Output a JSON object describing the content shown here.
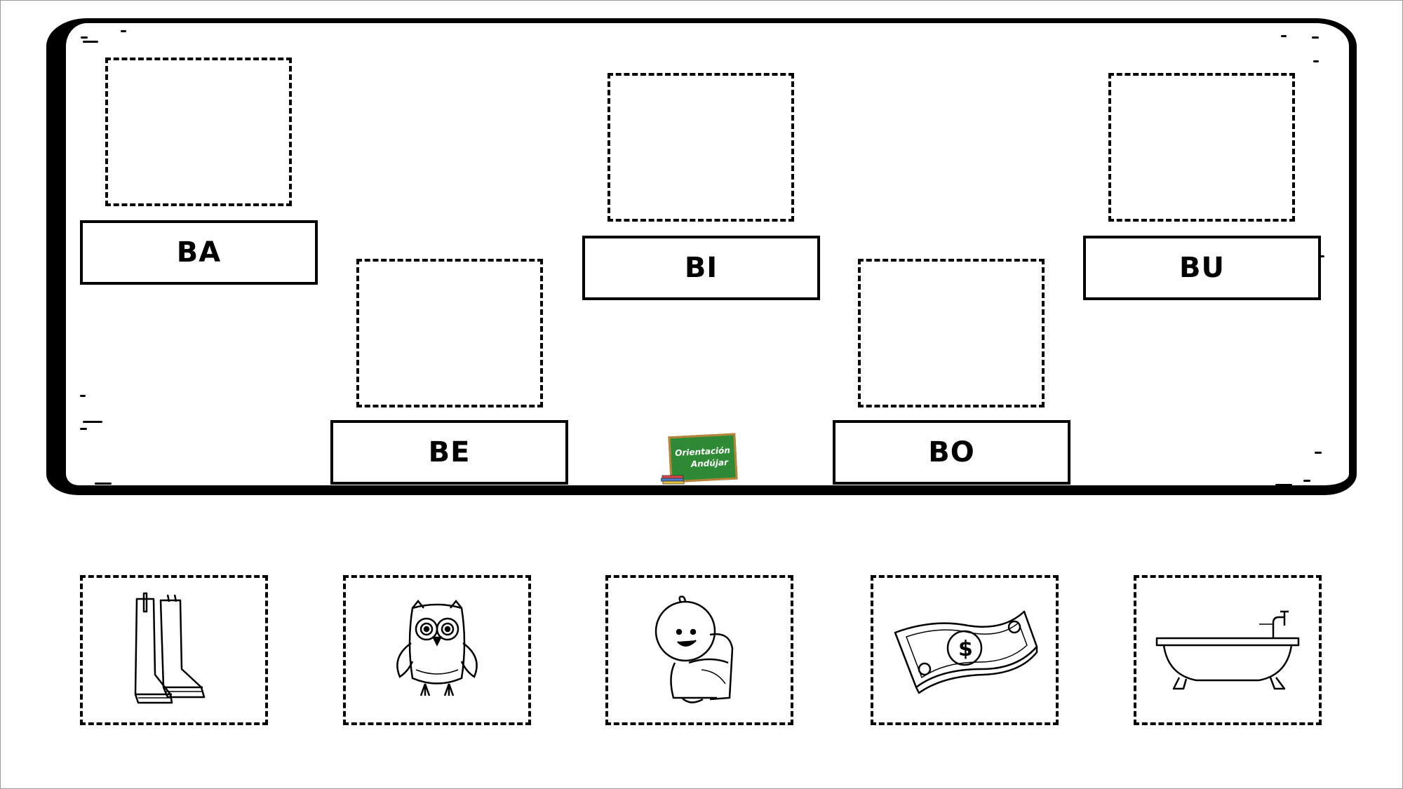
{
  "syllables": [
    {
      "id": "ba",
      "label": "BA"
    },
    {
      "id": "be",
      "label": "BE"
    },
    {
      "id": "bi",
      "label": "BI"
    },
    {
      "id": "bo",
      "label": "BO"
    },
    {
      "id": "bu",
      "label": "BU"
    }
  ],
  "logo": {
    "line1": "Orientación",
    "line2": "Andújar"
  },
  "pictures": [
    {
      "id": "boots",
      "icon": "boots-icon"
    },
    {
      "id": "owl",
      "icon": "owl-icon"
    },
    {
      "id": "baby",
      "icon": "baby-icon"
    },
    {
      "id": "banknote",
      "icon": "banknote-icon"
    },
    {
      "id": "bathtub",
      "icon": "bathtub-icon"
    }
  ],
  "colors": {
    "ink": "#000000",
    "board": "#ffffff",
    "logo_green": "#2f8a35",
    "logo_frame": "#b9833a"
  }
}
